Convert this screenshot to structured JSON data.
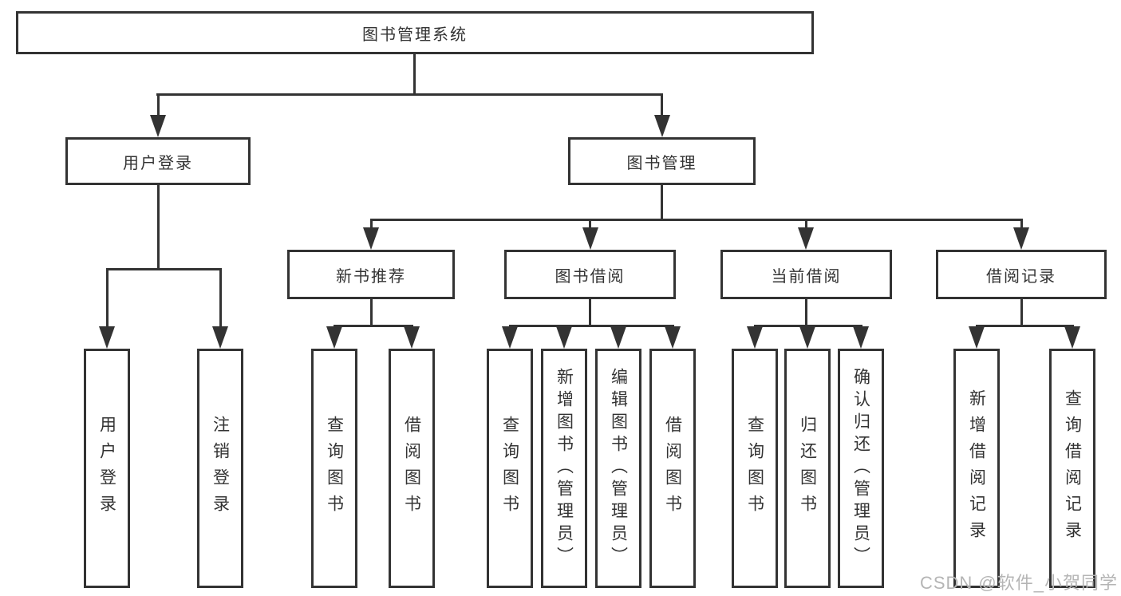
{
  "colors": {
    "line": "#333333",
    "node_border": "#333333",
    "text": "#333333",
    "background": "#ffffff",
    "watermark": "#b5b5b5"
  },
  "tree": {
    "label": "图书管理系统",
    "children": [
      {
        "label": "用户登录",
        "children": [
          {
            "label": "用户登录"
          },
          {
            "label": "注销登录"
          }
        ]
      },
      {
        "label": "图书管理",
        "children": [
          {
            "label": "新书推荐",
            "children": [
              {
                "label": "查询图书"
              },
              {
                "label": "借阅图书"
              }
            ]
          },
          {
            "label": "图书借阅",
            "children": [
              {
                "label": "查询图书"
              },
              {
                "label": "新增图书（管理员）"
              },
              {
                "label": "编辑图书（管理员）"
              },
              {
                "label": "借阅图书"
              }
            ]
          },
          {
            "label": "当前借阅",
            "children": [
              {
                "label": "查询图书"
              },
              {
                "label": "归还图书"
              },
              {
                "label": "确认归还（管理员）"
              }
            ]
          },
          {
            "label": "借阅记录",
            "children": [
              {
                "label": "新增借阅记录"
              },
              {
                "label": "查询借阅记录"
              }
            ]
          }
        ]
      }
    ]
  },
  "watermark": "CSDN @软件_小贺同学"
}
